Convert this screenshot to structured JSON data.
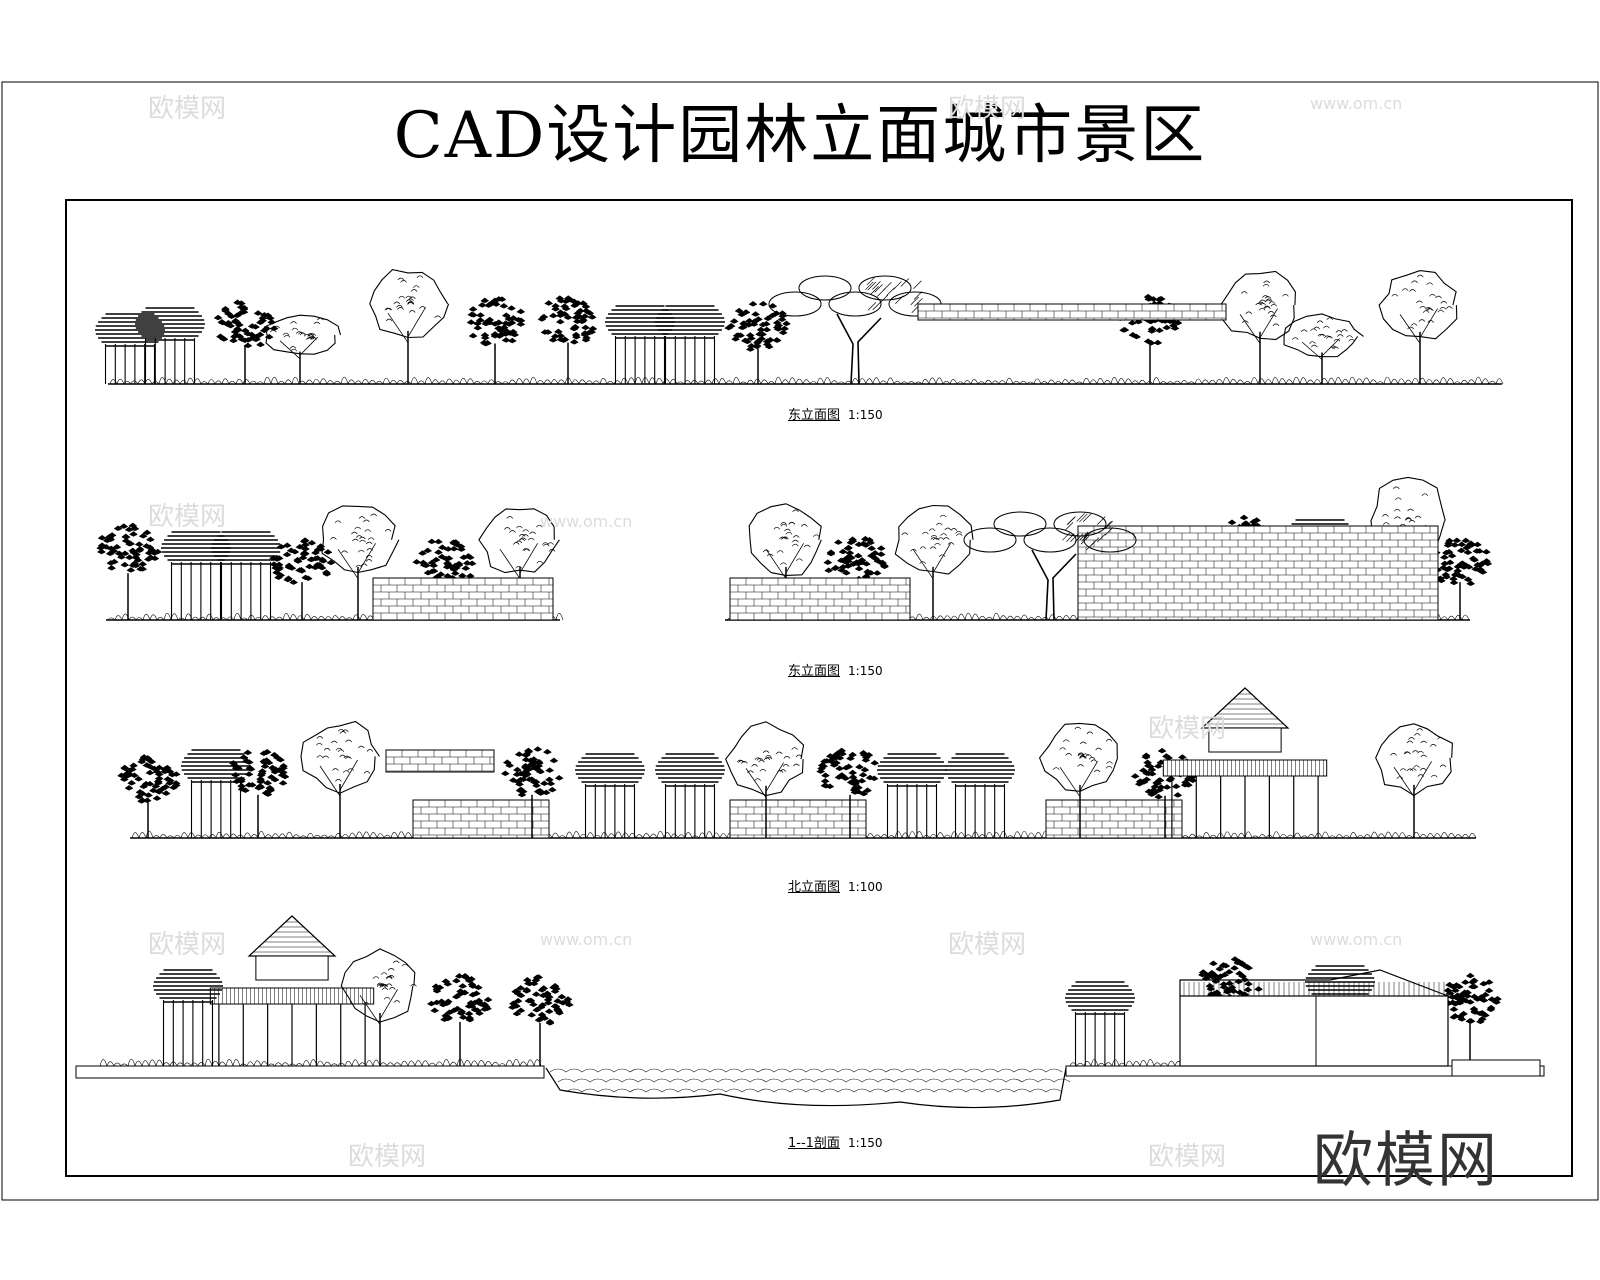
{
  "title": "CAD设计园林立面城市景区",
  "elevations": [
    {
      "name": "东立面图",
      "scale": "1:150"
    },
    {
      "name": "东立面图",
      "scale": "1:150"
    },
    {
      "name": "北立面图",
      "scale": "1:100"
    },
    {
      "name": "1--1剖面",
      "scale": "1:150"
    }
  ],
  "watermark": {
    "logo": "欧模网",
    "url": "www.om.cn"
  },
  "brand": "欧模网"
}
